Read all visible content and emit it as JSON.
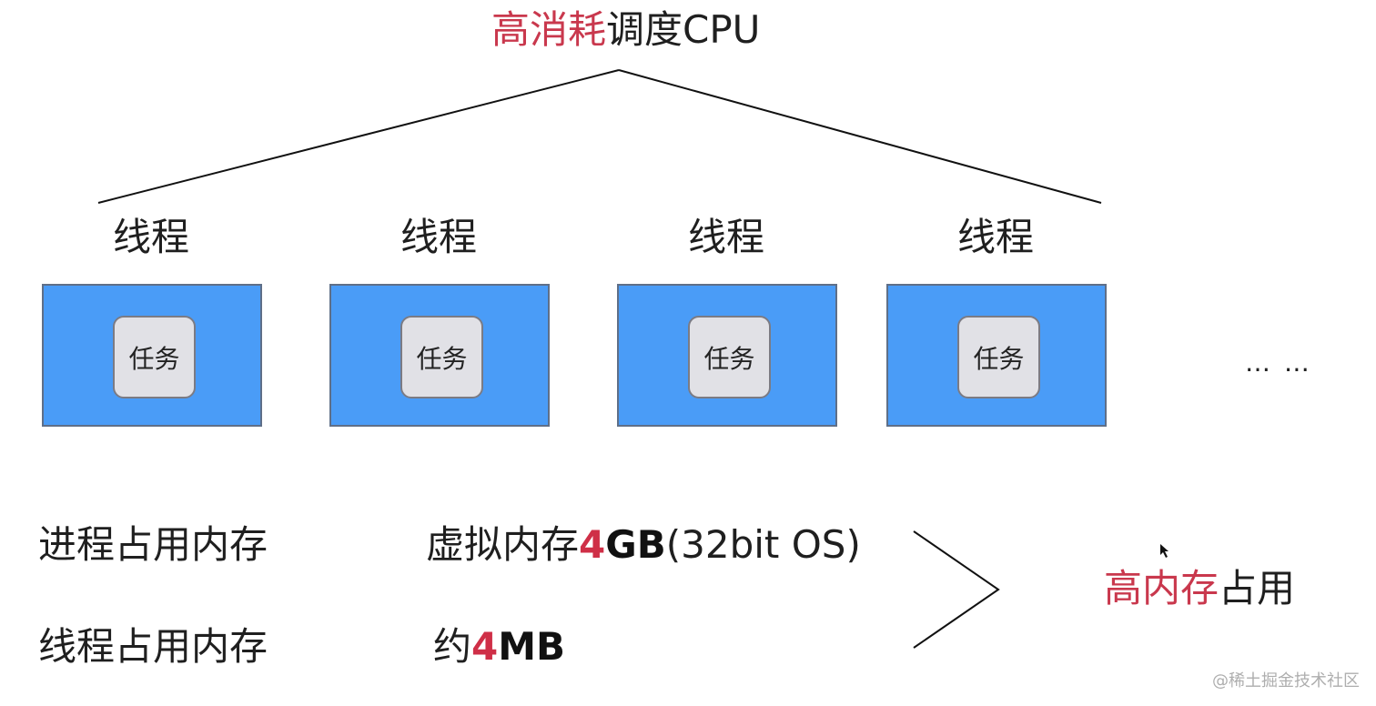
{
  "title": {
    "accent": "高消耗",
    "rest": "调度CPU"
  },
  "threads": [
    {
      "label": "线程",
      "task": "任务"
    },
    {
      "label": "线程",
      "task": "任务"
    },
    {
      "label": "线程",
      "task": "任务"
    },
    {
      "label": "线程",
      "task": "任务"
    }
  ],
  "ellipsis": "… …",
  "memory_rows": [
    {
      "label": "进程占用内存",
      "prefix": "虚拟内存",
      "highlight": "4",
      "bold_tail": "GB",
      "suffix": "(32bit OS)"
    },
    {
      "label": "线程占用内存",
      "prefix": "约",
      "highlight": "4",
      "bold_tail": "MB",
      "suffix": ""
    }
  ],
  "result": {
    "accent": "高内存",
    "rest": "占用"
  },
  "watermark": "@稀土掘金技术社区",
  "colors": {
    "accent": "#cf2f47",
    "thread_fill": "#4a9cf7",
    "task_fill": "#e1e1e6"
  }
}
